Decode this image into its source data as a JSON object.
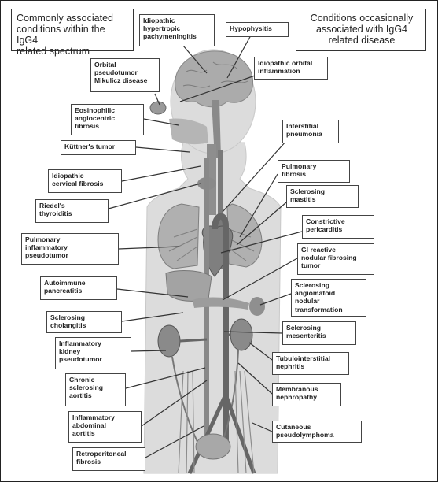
{
  "headers": {
    "left": [
      "Commonly associated",
      "conditions within the IgG4",
      "related spectrum"
    ],
    "right": [
      "Conditions occasionally",
      "associated with IgG4",
      "related disease"
    ]
  },
  "labels": {
    "idiopathic_hypertropic_pachymeningitis": [
      "Idiopathic",
      "hypertropic",
      "pachymeningitis"
    ],
    "hypophysitis": [
      "Hypophysitis"
    ],
    "orbital_pseudotumor": [
      "Orbital",
      "pseudotumor",
      "Mikulicz disease"
    ],
    "idiopathic_orbital_inflammation": [
      "Idiopathic orbital",
      "inflammation"
    ],
    "eosinophilic_angiocentric_fibrosis": [
      "Eosinophilic",
      "angiocentric",
      "fibrosis"
    ],
    "interstitial_pneumonia": [
      "Interstitial",
      "pneumonia"
    ],
    "kuttner_tumor": [
      "Küttner's tumor"
    ],
    "pulmonary_fibrosis": [
      "Pulmonary",
      "fibrosis"
    ],
    "idiopathic_cervical_fibrosis": [
      "Idiopathic",
      "cervical fibrosis"
    ],
    "sclerosing_mastitis": [
      "Sclerosing",
      "mastitis"
    ],
    "riedels_thyroiditis": [
      "Riedel's",
      "thyroiditis"
    ],
    "constrictive_pericarditis": [
      "Constrictive",
      "pericarditis"
    ],
    "pulmonary_inflammatory_pseudotumor": [
      "Pulmonary",
      "inflammatory",
      "pseudotumor"
    ],
    "gi_reactive_nodular_fibrosing_tumor": [
      "GI reactive",
      "nodular fibrosing",
      "tumor"
    ],
    "autoimmune_pancreatitis": [
      "Autoimmune",
      "pancreatitis"
    ],
    "sclerosing_angiomatoid_nodular_transformation": [
      "Sclerosing",
      "angiomatoid",
      "nodular",
      "transformation"
    ],
    "sclerosing_cholangitis": [
      "Sclerosing",
      "cholangitis"
    ],
    "sclerosing_mesenteritis": [
      "Sclerosing",
      "mesenteritis"
    ],
    "inflammatory_kidney_pseudotumor": [
      "Inflammatory",
      "kidney",
      "pseudotumor"
    ],
    "tubulointerstitial_nephritis": [
      "Tubulointerstitial",
      "nephritis"
    ],
    "chronic_sclerosing_aortitis": [
      "Chronic",
      "sclerosing",
      "aortitis"
    ],
    "membranous_nephropathy": [
      "Membranous",
      "nephropathy"
    ],
    "inflammatory_abdominal_aortitis": [
      "Inflammatory",
      "abdominal",
      "aortitis"
    ],
    "cutaneous_pseudolymphoma": [
      "Cutaneous",
      "pseudolymphoma"
    ],
    "retroperitoneal_fibrosis": [
      "Retroperitoneal",
      "fibrosis"
    ]
  },
  "colors": {
    "body_fill": "#dcdcdc",
    "organ_fill": "#9a9a9a",
    "vessel_fill": "#6e6e6e",
    "leader_line": "#333333",
    "border": "#333333"
  }
}
